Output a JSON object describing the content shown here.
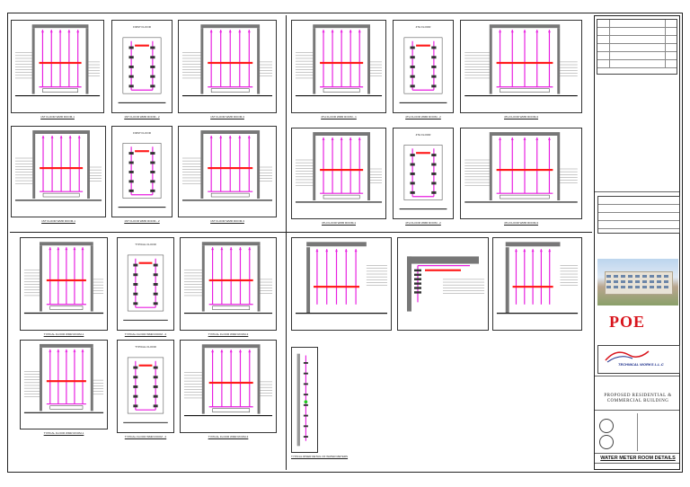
{
  "sheet": {
    "drawing_title": "WATER METER ROOM DETAILS",
    "project_title": "PROPOSED RESIDENTIAL & COMMERCIAL BUILDING",
    "consultant_name": "POE",
    "contractor_name": "TECHNICAL WORKS L.L.C"
  },
  "panels": [
    {
      "id": "p1",
      "caption": "1ST FLOOR WMR ROOM-1"
    },
    {
      "id": "p2",
      "caption": "1ST FLOOR WMR ROOM - 2"
    },
    {
      "id": "p3",
      "caption": "1ST FLOOR WMR ROOM-3"
    },
    {
      "id": "p4",
      "caption": "4TH FLOOR WMR ROOM - 1"
    },
    {
      "id": "p5",
      "caption": "4TH FLOOR WMR ROOM - 2"
    },
    {
      "id": "p6",
      "caption": "4TH FLOOR WMR ROOM-3"
    },
    {
      "id": "p7",
      "caption": "1ST FLOOR WMR ROOM-1"
    },
    {
      "id": "p8",
      "caption": "1ST FLOOR WMR ROOM - 2"
    },
    {
      "id": "p9",
      "caption": "1ST FLOOR WMR ROOM-3"
    },
    {
      "id": "p10",
      "caption": "4TH FLOOR WMR ROOM-1"
    },
    {
      "id": "p11",
      "caption": "4TH FLOOR WMR ROOM - 2"
    },
    {
      "id": "p12",
      "caption": "4TH FLOOR WMR ROOM-3"
    },
    {
      "id": "p13",
      "caption": "TYPICAL FLOOR WMR ROOM-1"
    },
    {
      "id": "p14",
      "caption": "TYPICAL FLOOR WMR ROOM - 2"
    },
    {
      "id": "p15",
      "caption": "TYPICAL FLOOR WMR ROOM-3"
    },
    {
      "id": "p16",
      "caption": "TYPICAL FLOOR WMR ROOM-1"
    },
    {
      "id": "p17",
      "caption": "TYPICAL FLOOR WMR ROOM - 2"
    },
    {
      "id": "p18",
      "caption": "TYPICAL FLOOR WMR ROOM-3"
    },
    {
      "id": "p19",
      "caption": ""
    },
    {
      "id": "p20",
      "caption": ""
    },
    {
      "id": "p21",
      "caption": ""
    },
    {
      "id": "p22",
      "caption": "TYPICAL RISER DETAIL OF WATER METERS"
    }
  ],
  "panel_headers": {
    "p2": "FIRST FLOOR",
    "p5": "4TH FLOOR",
    "p8": "FIRST FLOOR",
    "p11": "4TH FLOOR",
    "p14": "TYPICAL FLOOR",
    "p17": "TYPICAL FLOOR"
  },
  "colors": {
    "pipe": "#e81ee0",
    "valve": "#ff1a1a",
    "wall": "#777777",
    "line": "#333333",
    "poe_red": "#d8141c",
    "contractor_blue": "#1a2d8a",
    "riser_green": "#22cc22"
  }
}
